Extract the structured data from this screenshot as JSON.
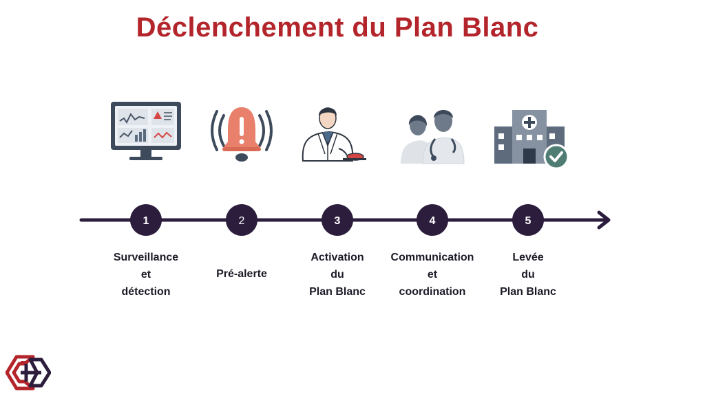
{
  "title": "Déclenchement du Plan Blanc",
  "colors": {
    "title": "#b3242b",
    "timeline": "#2c1d3d",
    "label": "#1d1a27"
  },
  "steps": [
    {
      "number": "1",
      "icon": "monitor-icon",
      "label_lines": [
        "Surveillance",
        "et",
        "détection"
      ]
    },
    {
      "number": "2",
      "icon": "alarm-bell-icon",
      "label_lines": [
        "Pré-alerte"
      ]
    },
    {
      "number": "3",
      "icon": "doctor-button-icon",
      "label_lines": [
        "Activation",
        "du",
        "Plan Blanc"
      ]
    },
    {
      "number": "4",
      "icon": "medical-team-icon",
      "label_lines": [
        "Communication",
        "et",
        "coordination"
      ]
    },
    {
      "number": "5",
      "icon": "hospital-check-icon",
      "label_lines": [
        "Levée",
        "du",
        "Plan Blanc"
      ]
    }
  ]
}
